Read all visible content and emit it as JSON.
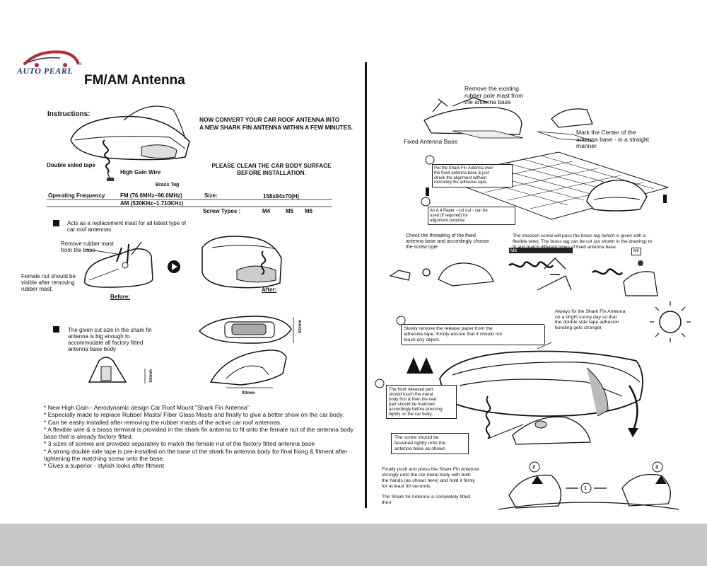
{
  "brand": {
    "name": "AUTO PEARL",
    "tm": "TM"
  },
  "left": {
    "title": "FM/AM Antenna",
    "instructions_heading": "Instructions:",
    "banner": "NOW CONVERT YOUR CAR ROOF ANTENNA INTO\nA NEW SHARK FIN ANTENNA WITHIN A FEW MINUTES.",
    "label_tape": "Double sided tape",
    "label_wire": "High Gain Wire",
    "label_brass": "Brass Tag",
    "clean_notice": "PLEASE CLEAN THE CAR BODY SURFACE\nBEFORE INSTALLATION.",
    "freq_label": "Operating Frequency",
    "freq_fm": "FM (76.0MHz~90.0MHz)",
    "freq_am": "AM (530KHz~1.710KHz)",
    "size_label": "Size:",
    "size_value": "158x84x70(H)",
    "screw_label": "Screw Types :",
    "screw_m4": "M4",
    "screw_m5": "M5",
    "screw_m6": "M6",
    "note1": "Acts as a replacement mast for all latest type of\ncar roof antennas",
    "remove_mast": "Remove rubber mast\nfrom the base",
    "female_nut": "Female nut should be\nvisible after removing\nrubber mast.",
    "before": "Before:",
    "after": "After:",
    "note2": "The given cut size in the shark fin\nantenna is big enough to\naccommodate all factory fitted\nantenna base body",
    "dim_51": "51mm",
    "dim_34": "34mm",
    "dim_93": "93mm",
    "bullets": [
      "* New High Gain - Aerodynamic design Car Roof Mount \"Shark Fin Antenna\"",
      "* Especially made to replace Rubber Masts/ Fiber Glass Masts and finally to give a better show on the car body.",
      "* Can be easily installed after removing the rubber masts of the active car roof antennas.",
      "* A flexible wire & a brass terminal is provided in the shark fin antenna to fit onto the female nut of the antenna body base that is already factory fitted.",
      "* 3 sizes of screws are provided separately to match the female nut of the factory fitted antenna base",
      "* A strong double side tape is pre-installed on the base of the shark fin antenna body for final fixing & fitment after tightening the matching screw onto the base.",
      "* Gives a superior -  stylish looks after fitment"
    ]
  },
  "right": {
    "remove_existing": "Remove the existing\nrubber pole mast from\nthe antenna base",
    "fixed_base": "Fixed Antenna Base",
    "mark_center": "Mark the Center of the\nantenna base - in a straight\nmanner",
    "put_fin": "Put the Shark Fin Antenna over\nthe fixed antenna base & just\ncheck the alignment without\nremoving the adhesive tape.",
    "a4_paper": "An A 4 Paper - cut out - can be\nused (if required) for\nalignment purpose",
    "check_thread": "Check the threading of the fixed\nantenna base and accordingly choose\nthe screw type",
    "chosen_screw": "The choosen screw will pass the brass tag (which is given with a\nflexible wire). The brass tag can be cut (as shown in the drawing) to\nfit and match different types of fixed antenna base.",
    "m6": "M6",
    "m6_small": "M6",
    "sunny": "Always fix the Shark Fin Antenna\non a bright sunny day so that\nthe double side tape adhesion\nbonding gets stronger.",
    "release_paper": "Slowly remove the release paper from the\nadhesive tape. Kindly ensure that it should not\ntouch any object.",
    "front_part": "The front released part\nshould touch the metal\nbody first & then the rear\npart should be matched\naccordingly before pressing\ntightly on the car body.",
    "screw_fasten": "The screw should be\nfastened tightly onto the\nantenna base as shown",
    "finally_push": "Finally push and press the Shark Fin Antenna\nstrongly onto the car metal body with both\nthe hands (as shown here) and hold it firmly\nfor at least 30 seconds.",
    "completely": "The Shark fin Antenna is completely fitted\nthen",
    "num_1": "1",
    "num_2a": "2",
    "num_2b": "2"
  }
}
